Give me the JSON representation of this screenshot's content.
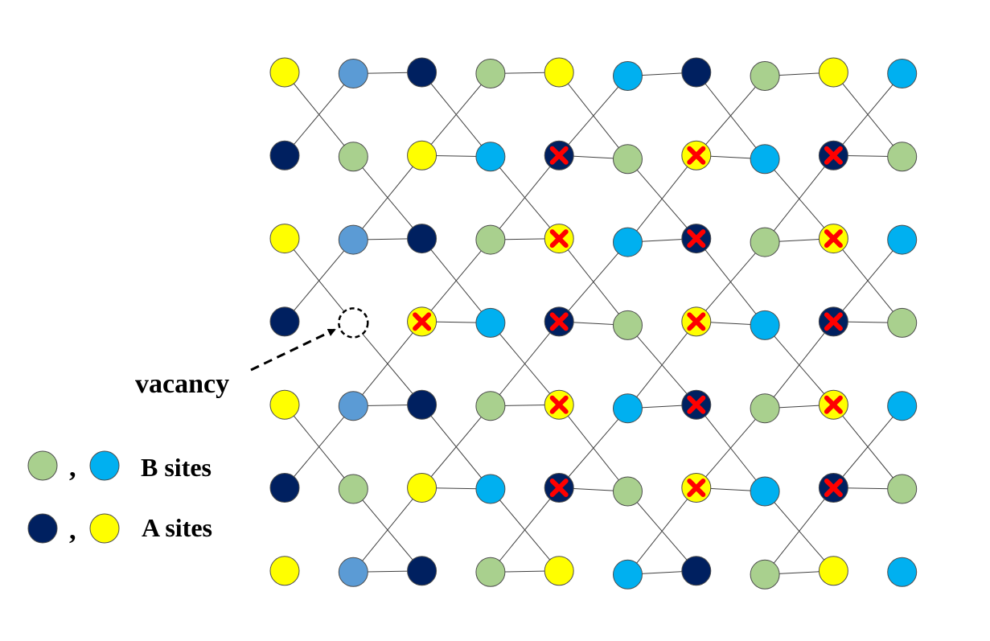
{
  "colors": {
    "green": "#A9D08E",
    "cyan": "#00B0F0",
    "steel": "#5B9BD5",
    "navy": "#002060",
    "yellow": "#FFFF00",
    "cross": "#FF0000",
    "line": "#404040"
  },
  "lattice": {
    "rows": [
      [
        "Y",
        "S",
        "N",
        "G",
        "Y",
        "C",
        "N",
        "G",
        "Y",
        "C"
      ],
      [
        "N",
        "G",
        "Y",
        "C",
        "N",
        "G",
        "Y",
        "C",
        "N",
        "G"
      ],
      [
        "Y",
        "S",
        "N",
        "G",
        "Y",
        "C",
        "N",
        "G",
        "Y",
        "C"
      ],
      [
        "N",
        "V",
        "Y",
        "C",
        "N",
        "G",
        "Y",
        "C",
        "N",
        "G"
      ],
      [
        "Y",
        "S",
        "N",
        "G",
        "Y",
        "C",
        "N",
        "G",
        "Y",
        "C"
      ],
      [
        "N",
        "G",
        "Y",
        "C",
        "N",
        "G",
        "Y",
        "C",
        "N",
        "G"
      ],
      [
        "Y",
        "S",
        "N",
        "G",
        "Y",
        "C",
        "N",
        "G",
        "Y",
        "C"
      ]
    ],
    "crossed": [
      [
        1,
        4
      ],
      [
        1,
        6
      ],
      [
        1,
        8
      ],
      [
        2,
        4
      ],
      [
        2,
        6
      ],
      [
        2,
        8
      ],
      [
        3,
        2
      ],
      [
        3,
        4
      ],
      [
        3,
        6
      ],
      [
        3,
        8
      ],
      [
        4,
        4
      ],
      [
        4,
        6
      ],
      [
        4,
        8
      ],
      [
        5,
        4
      ],
      [
        5,
        6
      ],
      [
        5,
        8
      ]
    ]
  },
  "annotation": {
    "text": "vacancy"
  },
  "legend": {
    "b_sites": {
      "label": "B sites",
      "comma": ","
    },
    "a_sites": {
      "label": "A sites",
      "comma": ","
    }
  }
}
